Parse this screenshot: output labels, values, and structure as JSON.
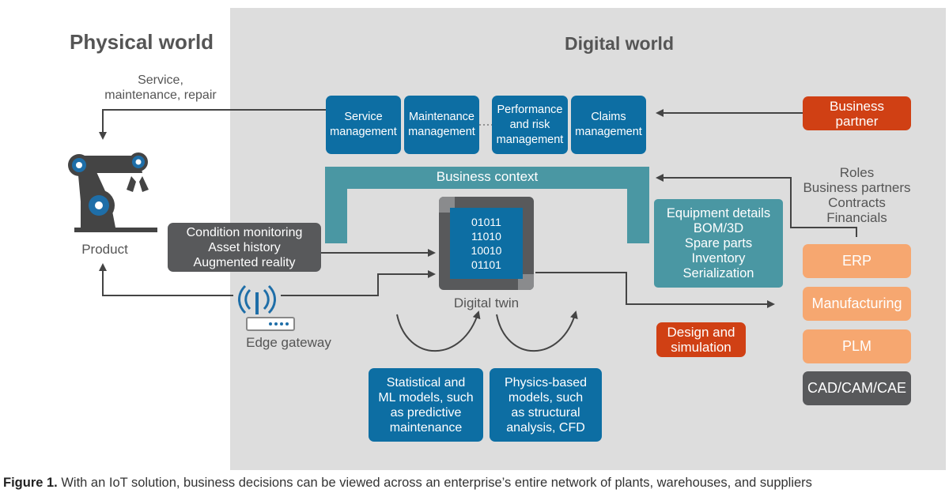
{
  "headings": {
    "physical": "Physical world",
    "digital": "Digital world"
  },
  "service_label": "Service,\nmaintenance, repair",
  "product_label": "Product",
  "edge_gateway_label": "Edge gateway",
  "monitoring_box": "Condition monitoring\nAsset history\nAugmented reality",
  "management_boxes": [
    {
      "label": "Service\nmanagement"
    },
    {
      "label": "Maintenance\nmanagement"
    },
    {
      "label": "Performance\nand risk\nmanagement"
    },
    {
      "label": "Claims\nmanagement"
    }
  ],
  "business_partner": "Business\npartner",
  "business_context": "Business context",
  "roles_label": "Roles\nBusiness partners\nContracts\nFinancials",
  "digital_twin": {
    "binary_rows": [
      "01011",
      "11010",
      "10010",
      "01101"
    ],
    "label": "Digital twin"
  },
  "equipment_box": "Equipment details\nBOM/3D\nSpare parts\nInventory\nSerialization",
  "systems": [
    "ERP",
    "Manufacturing",
    "PLM",
    "CAD/CAM/CAE"
  ],
  "design_simulation": "Design and\nsimulation",
  "model_boxes": [
    {
      "label": "Statistical and\nML models, such\nas predictive\nmaintenance"
    },
    {
      "label": "Physics-based\nmodels, such\nas structural\nanalysis, CFD"
    }
  ],
  "caption": {
    "prefix": "Figure 1.",
    "text": " With an IoT solution, business decisions can be viewed across an enterprise’s entire network of plants, warehouses, and suppliers"
  },
  "colors": {
    "blue": "#0d6ea3",
    "teal": "#4a97a3",
    "dark_orange": "#d04014",
    "light_orange": "#f6a770",
    "dark_gray": "#58595b",
    "background_gray": "#dddddd"
  }
}
